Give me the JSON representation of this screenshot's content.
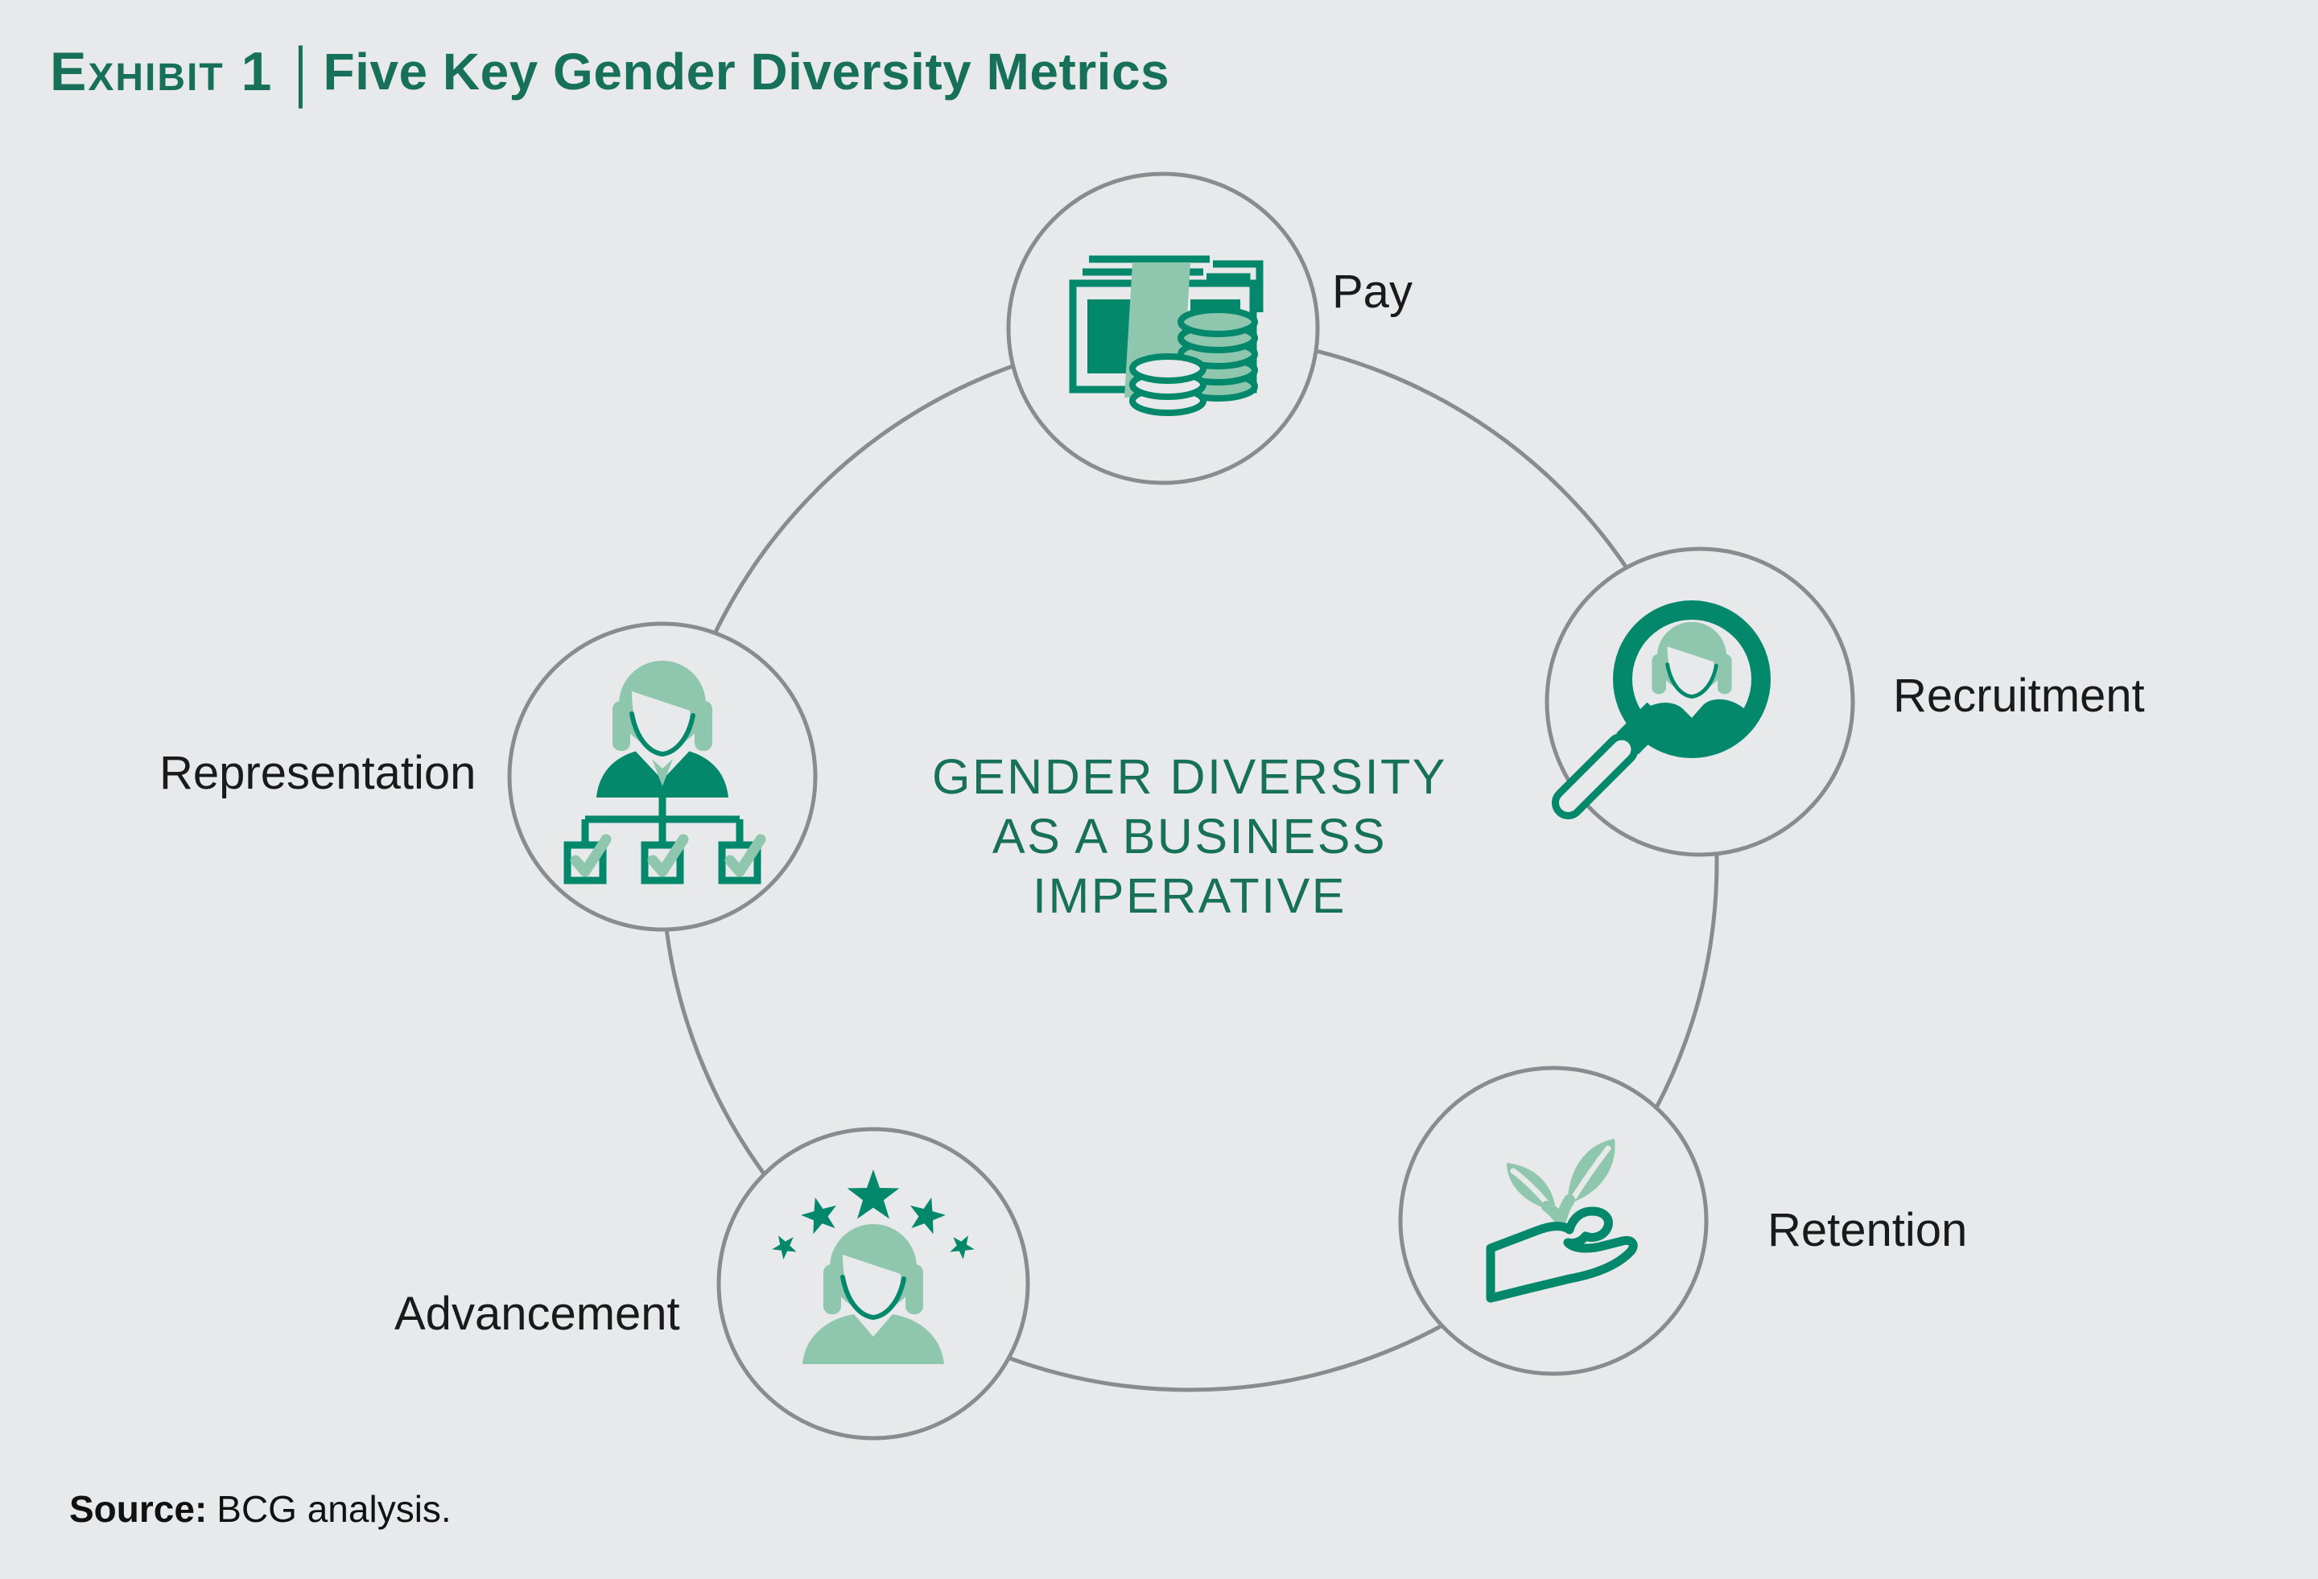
{
  "header": {
    "exhibit_label": "Exhibit 1",
    "separator": "|",
    "title": "Five Key Gender Diversity Metrics"
  },
  "center": {
    "lines": [
      "GENDER DIVERSITY",
      "AS A BUSINESS",
      "IMPERATIVE"
    ]
  },
  "nodes": [
    {
      "id": "pay",
      "label": "Pay",
      "icon": "banknotes-coins-icon"
    },
    {
      "id": "recruitment",
      "label": "Recruitment",
      "icon": "magnifier-candidate-icon"
    },
    {
      "id": "retention",
      "label": "Retention",
      "icon": "hand-sprout-icon"
    },
    {
      "id": "advancement",
      "label": "Advancement",
      "icon": "star-person-icon"
    },
    {
      "id": "representation",
      "label": "Representation",
      "icon": "org-chart-person-icon"
    }
  ],
  "source": {
    "label": "Source:",
    "text": "BCG analysis."
  },
  "colors": {
    "background": "#e8e9ea",
    "title-green": "#17715a",
    "icon-dark-green": "#04886c",
    "icon-light-green": "#8fc6ae",
    "ring-gray": "#898b8e",
    "label-black": "#1a1a1a"
  }
}
